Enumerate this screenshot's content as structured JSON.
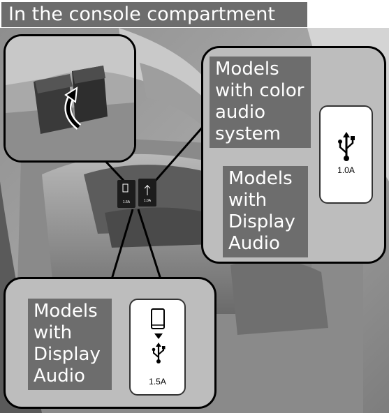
{
  "header": {
    "title": "In the console compartment"
  },
  "callouts": {
    "color_audio": {
      "label": "Models with color audio system",
      "amperage": "1.0A",
      "icon": "usb-icon"
    },
    "display_audio_right": {
      "label": "Models with Display Audio"
    },
    "display_audio_bottom": {
      "label": "Models with Display Audio",
      "amperage": "1.5A",
      "icons": [
        "smartphone-icon",
        "arrow-down-icon",
        "usb-icon"
      ]
    }
  },
  "ports": {
    "left": {
      "amperage": "1.5A"
    },
    "right": {
      "amperage": "1.0A"
    }
  },
  "colors": {
    "header_bg": "#6d6d6d",
    "callout_bg": "#bdbdbd",
    "callout_border": "#000000",
    "label_bg": "#6d6d6d",
    "label_text": "#ffffff"
  }
}
